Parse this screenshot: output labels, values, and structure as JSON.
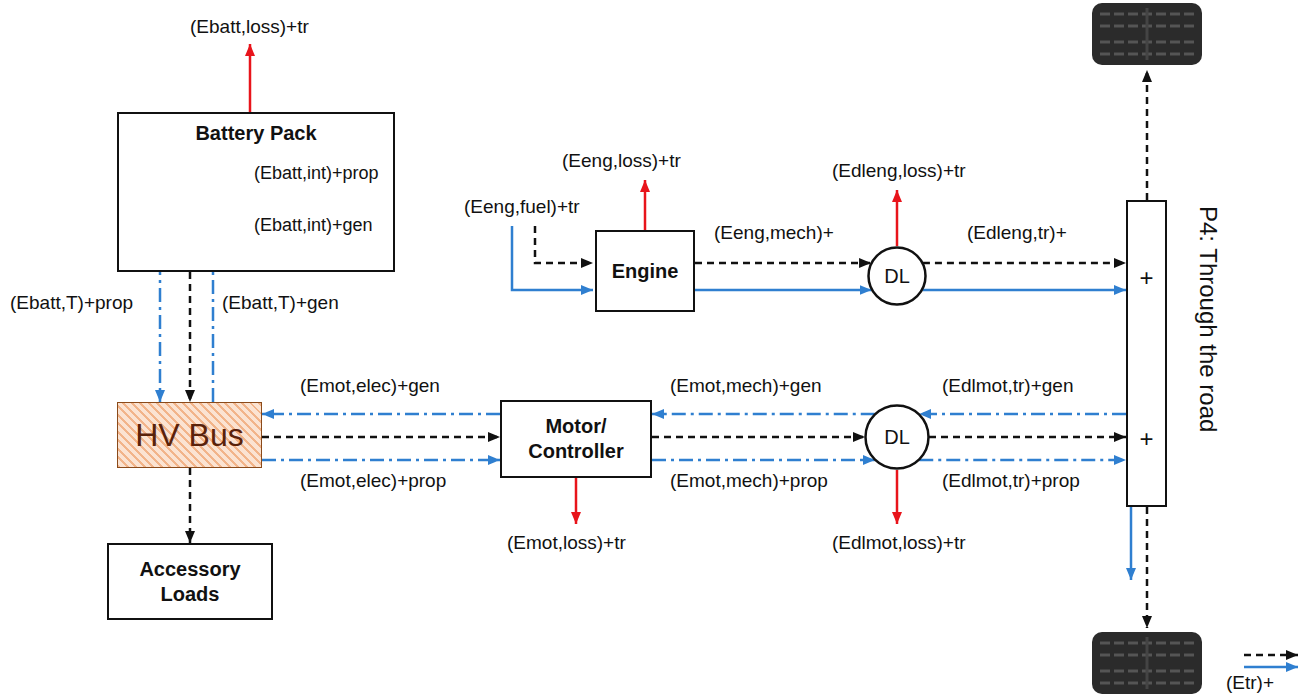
{
  "diagram": {
    "nodes": [
      {
        "text": [
          "Battery Pack"
        ]
      },
      {
        "text": [
          "HV Bus"
        ]
      },
      {
        "text": [
          "Accessory Loads"
        ]
      },
      {
        "text": [
          "Engine"
        ]
      },
      {
        "text": [
          "DL"
        ]
      },
      {
        "text": [
          "Motor/ Controller"
        ]
      },
      {
        "text": [
          "DL"
        ]
      },
      {
        "text": [
          "+",
          "+",
          "P4: Through the road"
        ]
      }
    ],
    "edges": [
      {
        "from": 0,
        "to": 1,
        "arrow": "to"
      },
      {
        "from": 0,
        "to": 1,
        "label": "(Ebatt,T)+prop",
        "arrow": "to"
      },
      {
        "from": 1,
        "to": 0,
        "label": "(Ebatt,T)+gen",
        "arrow": "to"
      },
      {
        "from": 1,
        "to": 2,
        "arrow": "to"
      },
      {
        "from": 5,
        "to": 1,
        "label": "(Emot,elec)+gen",
        "arrow": "to"
      },
      {
        "from": 1,
        "to": 5,
        "arrow": "to"
      },
      {
        "from": 1,
        "to": 5,
        "label": "(Emot,elec)+prop",
        "arrow": "to"
      },
      {
        "from": 6,
        "to": 5,
        "label": "(Emot,mech)+gen",
        "arrow": "to"
      },
      {
        "from": 5,
        "to": 6,
        "arrow": "to"
      },
      {
        "from": 5,
        "to": 6,
        "label": "(Emot,mech)+prop",
        "arrow": "to"
      },
      {
        "from": 7,
        "to": 6,
        "label": "(Edlmot,tr)+gen",
        "arrow": "to"
      },
      {
        "from": 6,
        "to": 7,
        "arrow": "to"
      },
      {
        "from": 6,
        "to": 7,
        "label": "(Edlmot,tr)+prop",
        "arrow": "to"
      },
      {
        "from": 3,
        "to": 4,
        "arrow": "to"
      },
      {
        "from": 3,
        "to": 4,
        "label": "(Eeng,mech)+",
        "arrow": "to"
      },
      {
        "from": 4,
        "to": 7,
        "arrow": "to"
      },
      {
        "from": 4,
        "to": 7,
        "label": "(Edleng,tr)+",
        "arrow": "to"
      }
    ],
    "labels": [
      "(Ebatt,loss)+tr",
      "(Ebatt,int)+prop",
      "(Ebatt,int)+gen",
      "(Eeng,fuel)+tr",
      "(Eeng,loss)+tr",
      "(Edleng,loss)+tr",
      "(Emot,loss)+tr",
      "(Edlmot,loss)+tr",
      "(Etr)+"
    ]
  }
}
